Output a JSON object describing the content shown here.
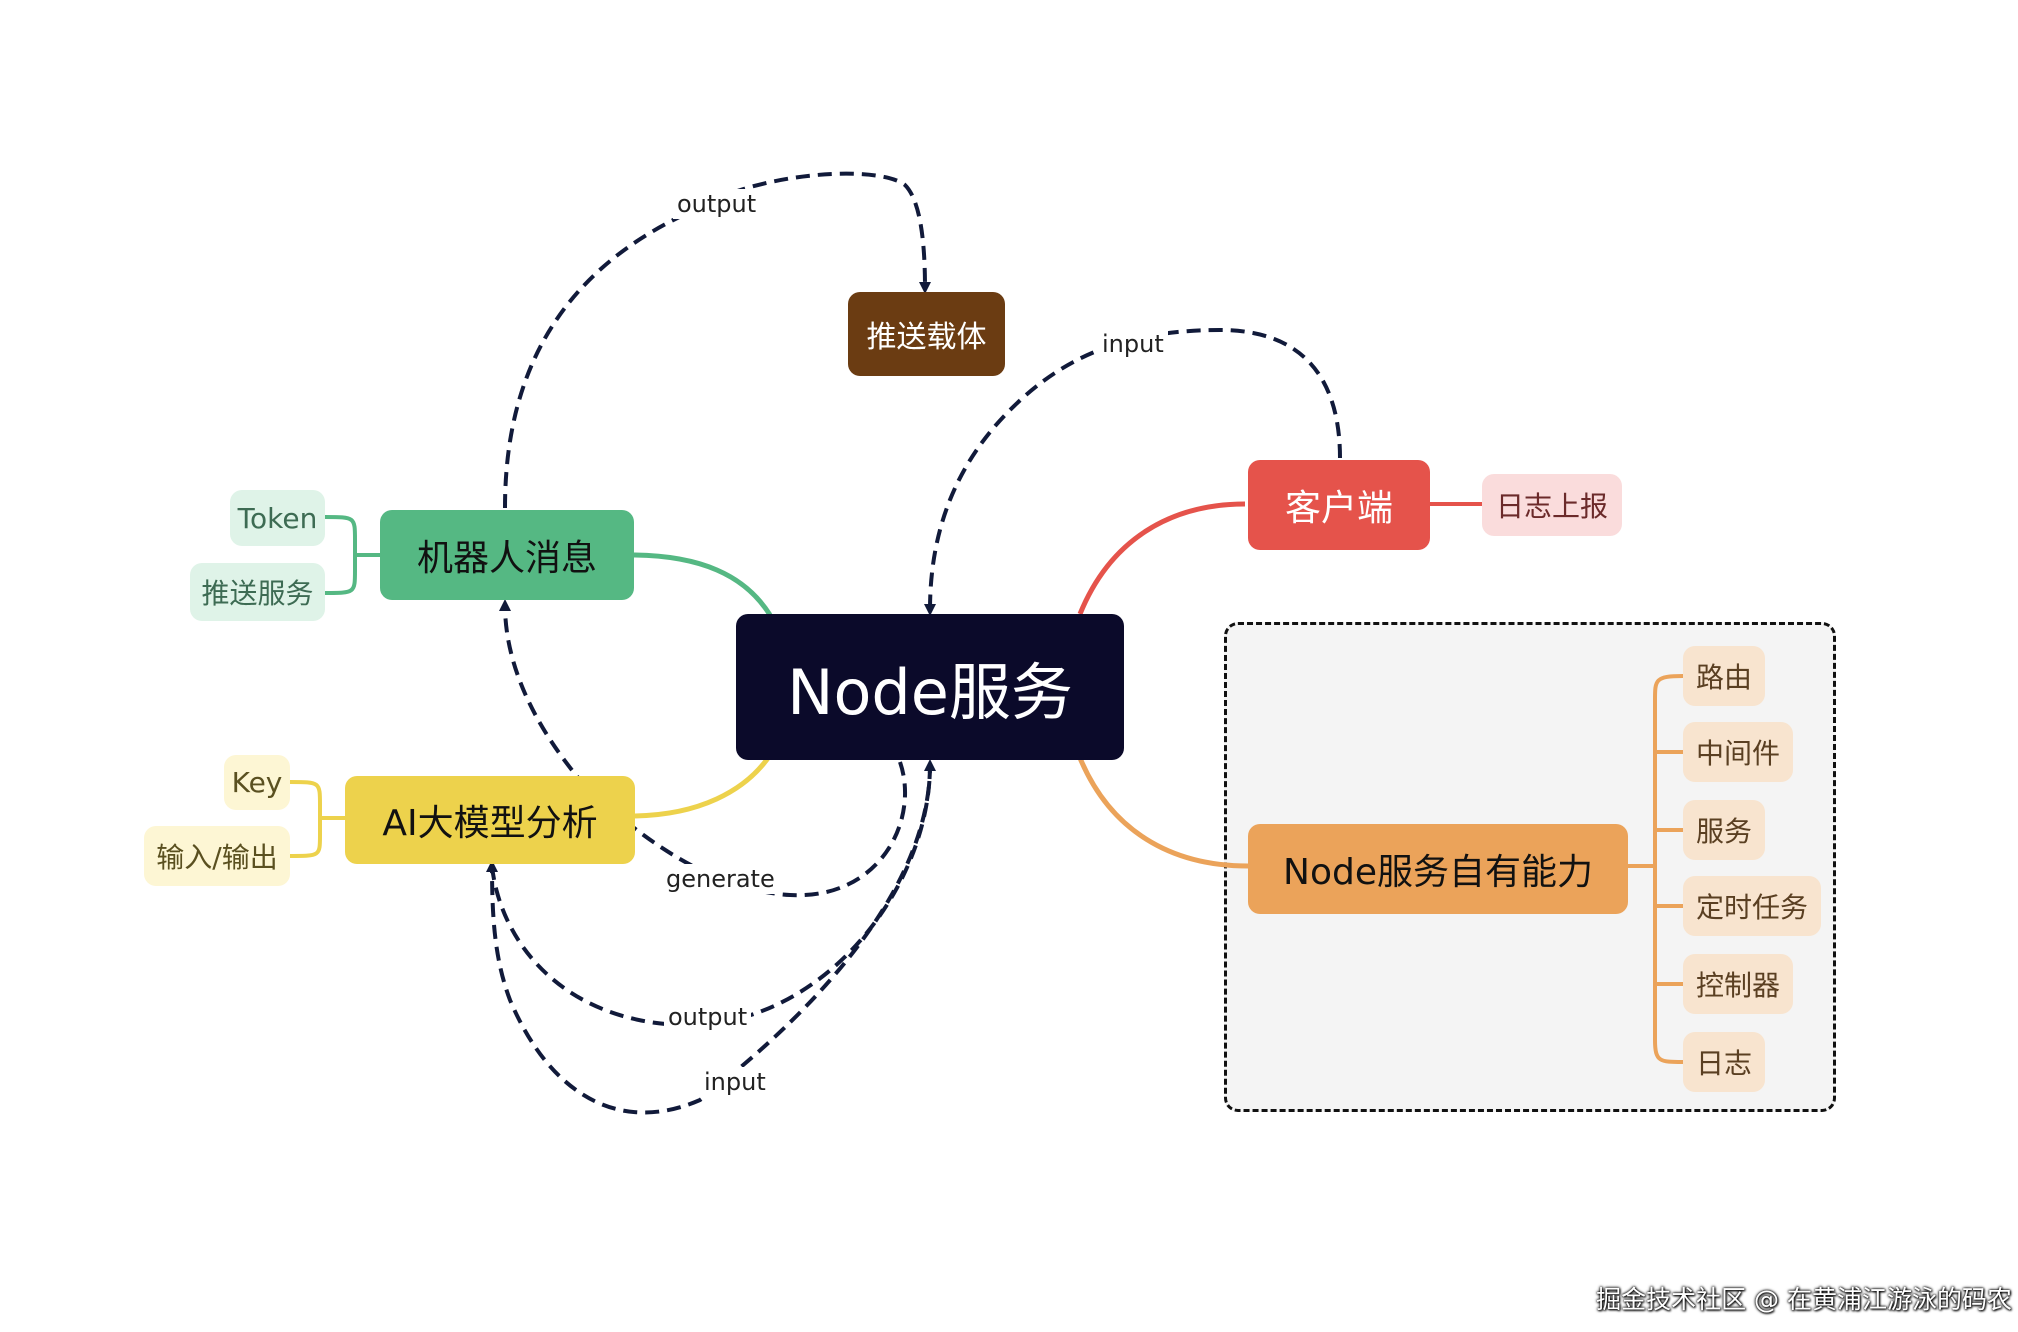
{
  "center": {
    "label": "Node服务"
  },
  "robot": {
    "label": "机器人消息",
    "children": [
      "Token",
      "推送服务"
    ],
    "color": "#55b883"
  },
  "ai": {
    "label": "AI大模型分析",
    "children": [
      "Key",
      "输入/输出"
    ],
    "color": "#edd24c"
  },
  "push": {
    "label": "推送载体",
    "color": "#6b3c12"
  },
  "client": {
    "label": "客户端",
    "children": [
      "日志上报"
    ],
    "color": "#e5534b"
  },
  "capability": {
    "label": "Node服务自有能力",
    "children": [
      "路由",
      "中间件",
      "服务",
      "定时任务",
      "控制器",
      "日志"
    ],
    "color": "#eba35a"
  },
  "flows": {
    "robot_to_push": "output",
    "client_to_center": "input",
    "ai_to_robot": "generate",
    "ai_to_center": "output",
    "center_to_ai": "input"
  },
  "watermark": "掘金技术社区 @ 在黄浦江游泳的码农"
}
